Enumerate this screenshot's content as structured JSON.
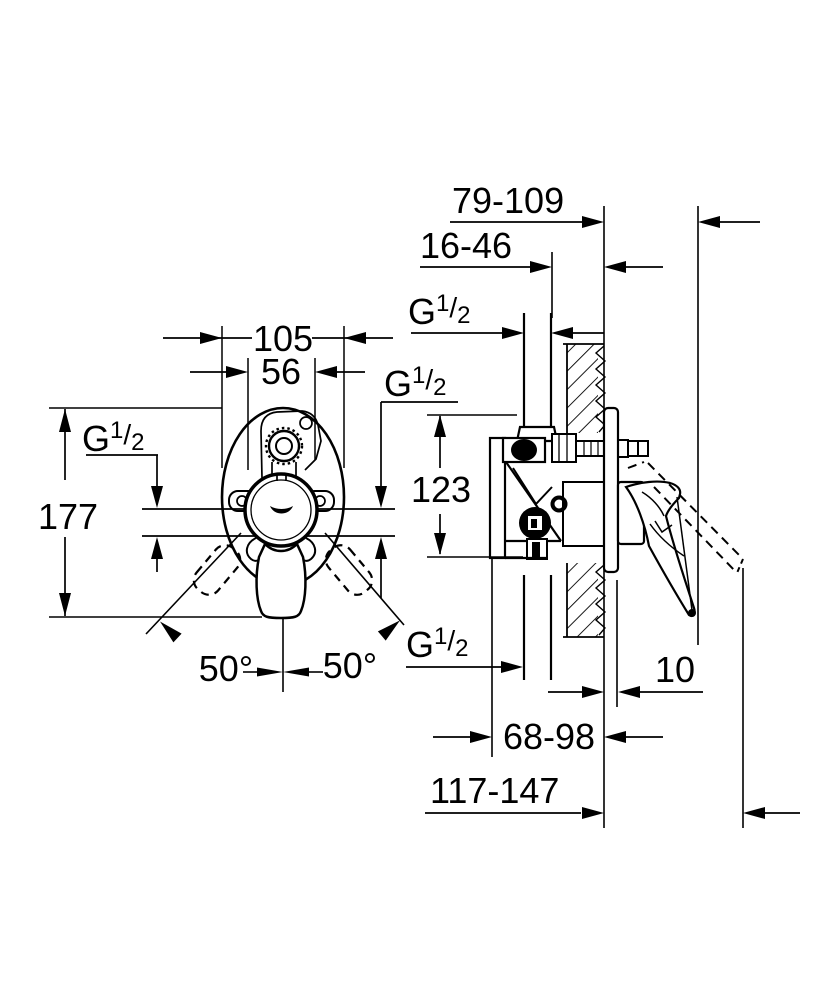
{
  "drawing": {
    "kind": "installation-dimension-drawing",
    "views": [
      "front-view",
      "side-section-view"
    ]
  },
  "labels": {
    "dim_79_109": "79-109",
    "dim_16_46": "16-46",
    "dim_105": "105",
    "dim_56": "56",
    "dim_123": "123",
    "dim_177": "177",
    "dim_10": "10",
    "dim_68_98": "68-98",
    "dim_117_147": "117-147",
    "angle_left": "50°",
    "angle_right": "50°",
    "thread": {
      "base": "G",
      "sup": "1",
      "slash": "/",
      "sub": "2"
    }
  },
  "colors": {
    "ink": "#000000",
    "background": "#ffffff"
  }
}
